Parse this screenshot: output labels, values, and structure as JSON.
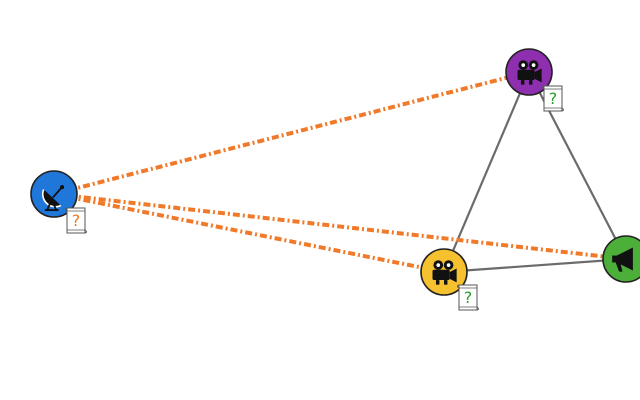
{
  "diagram": {
    "nodes": [
      {
        "id": "satellite",
        "icon": "satellite-dish-icon",
        "color": "#1f77d9",
        "badge_text": "?",
        "badge_color": "#f07a2a"
      },
      {
        "id": "camera-top",
        "icon": "movie-camera-icon",
        "color": "#8e2fb0",
        "badge_text": "?",
        "badge_color": "#2aa02a"
      },
      {
        "id": "camera-bottom",
        "icon": "movie-camera-icon",
        "color": "#f6c12e",
        "badge_text": "?",
        "badge_color": "#2aa02a"
      },
      {
        "id": "megaphone",
        "icon": "megaphone-icon",
        "color": "#4caf3a",
        "badge_text": "",
        "badge_color": ""
      }
    ],
    "edges": [
      {
        "from": "camera-top",
        "to": "camera-bottom",
        "style": "solid",
        "color": "#6b6b6b"
      },
      {
        "from": "camera-top",
        "to": "megaphone",
        "style": "solid",
        "color": "#6b6b6b"
      },
      {
        "from": "camera-bottom",
        "to": "megaphone",
        "style": "solid",
        "color": "#6b6b6b"
      },
      {
        "from": "satellite",
        "to": "camera-top",
        "style": "dashed",
        "color": "#f07a2a"
      },
      {
        "from": "satellite",
        "to": "camera-bottom",
        "style": "dashed",
        "color": "#f07a2a"
      },
      {
        "from": "satellite",
        "to": "megaphone",
        "style": "dashed",
        "color": "#f07a2a"
      }
    ]
  }
}
